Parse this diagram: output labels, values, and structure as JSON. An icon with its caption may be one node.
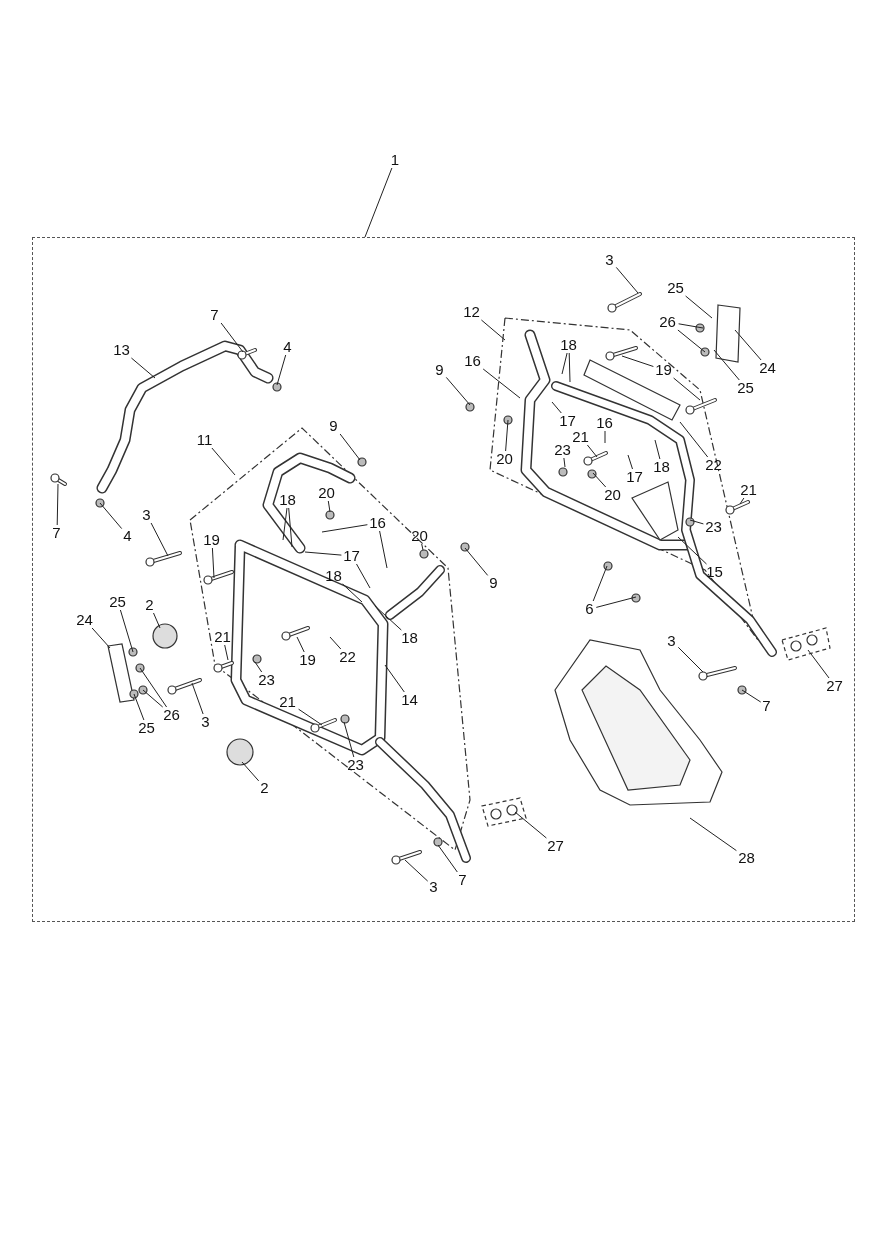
{
  "diagram": {
    "nodes": [
      {
        "text": [],
        "shape": "box"
      },
      {
        "text": [
          "1"
        ]
      },
      {
        "text": [
          "3"
        ],
        "in": 0
      },
      {
        "text": [
          "25"
        ],
        "in": 0
      },
      {
        "text": [
          "12"
        ],
        "in": 0
      },
      {
        "text": [
          "7"
        ],
        "in": 0
      },
      {
        "text": [
          "26"
        ],
        "in": 0
      },
      {
        "text": [
          "4"
        ],
        "in": 0
      },
      {
        "text": [
          "18"
        ],
        "in": 0
      },
      {
        "text": [
          "13"
        ],
        "in": 0
      },
      {
        "text": [
          "16"
        ],
        "in": 0
      },
      {
        "text": [
          "24"
        ],
        "in": 0
      },
      {
        "text": [
          "9"
        ],
        "in": 0
      },
      {
        "text": [
          "19"
        ],
        "in": 0
      },
      {
        "text": [
          "25"
        ],
        "in": 0
      },
      {
        "text": [
          "9"
        ],
        "in": 0
      },
      {
        "text": [
          "17"
        ],
        "in": 0
      },
      {
        "text": [
          "16"
        ],
        "in": 0
      },
      {
        "text": [
          "21"
        ],
        "in": 0
      },
      {
        "text": [
          "11"
        ],
        "in": 0
      },
      {
        "text": [
          "23"
        ],
        "in": 0
      },
      {
        "text": [
          "20"
        ],
        "in": 0
      },
      {
        "text": [
          "22"
        ],
        "in": 0
      },
      {
        "text": [
          "18"
        ],
        "in": 0
      },
      {
        "text": [
          "17"
        ],
        "in": 0
      },
      {
        "text": [
          "21"
        ],
        "in": 0
      },
      {
        "text": [
          "20"
        ],
        "in": 0
      },
      {
        "text": [
          "20"
        ],
        "in": 0
      },
      {
        "text": [
          "18"
        ],
        "in": 0
      },
      {
        "text": [
          "3"
        ],
        "in": 0
      },
      {
        "text": [
          "16"
        ],
        "in": 0
      },
      {
        "text": [
          "23"
        ],
        "in": 0
      },
      {
        "text": [
          "7"
        ],
        "in": 0
      },
      {
        "text": [
          "4"
        ],
        "in": 0
      },
      {
        "text": [
          "19"
        ],
        "in": 0
      },
      {
        "text": [
          "20"
        ],
        "in": 0
      },
      {
        "text": [
          "17"
        ],
        "in": 0
      },
      {
        "text": [
          "15"
        ],
        "in": 0
      },
      {
        "text": [
          "9"
        ],
        "in": 0
      },
      {
        "text": [
          "18"
        ],
        "in": 0
      },
      {
        "text": [
          "6"
        ],
        "in": 0
      },
      {
        "text": [
          "25"
        ],
        "in": 0
      },
      {
        "text": [
          "2"
        ],
        "in": 0
      },
      {
        "text": [
          "24"
        ],
        "in": 0
      },
      {
        "text": [
          "18"
        ],
        "in": 0
      },
      {
        "text": [
          "21"
        ],
        "in": 0
      },
      {
        "text": [
          "3"
        ],
        "in": 0
      },
      {
        "text": [
          "19"
        ],
        "in": 0
      },
      {
        "text": [
          "22"
        ],
        "in": 0
      },
      {
        "text": [
          "23"
        ],
        "in": 0
      },
      {
        "text": [
          "27"
        ],
        "in": 0
      },
      {
        "text": [
          "14"
        ],
        "in": 0
      },
      {
        "text": [
          "21"
        ],
        "in": 0
      },
      {
        "text": [
          "7"
        ],
        "in": 0
      },
      {
        "text": [
          "26"
        ],
        "in": 0
      },
      {
        "text": [
          "3"
        ],
        "in": 0
      },
      {
        "text": [
          "25"
        ],
        "in": 0
      },
      {
        "text": [
          "23"
        ],
        "in": 0
      },
      {
        "text": [
          "2"
        ],
        "in": 0
      },
      {
        "text": [
          "27"
        ],
        "in": 0
      },
      {
        "text": [
          "28"
        ],
        "in": 0
      },
      {
        "text": [
          "7"
        ],
        "in": 0
      },
      {
        "text": [
          "3"
        ],
        "in": 0
      }
    ],
    "edges": [
      {
        "from": 1,
        "to": 0,
        "arrow": "none"
      },
      {
        "from": 2,
        "to": null,
        "arrow": "none"
      },
      {
        "from": 3,
        "to": null,
        "arrow": "none"
      },
      {
        "from": 4,
        "to": null,
        "arrow": "none"
      },
      {
        "from": 5,
        "to": null,
        "arrow": "none"
      },
      {
        "from": 6,
        "to": null,
        "arrow": "none"
      },
      {
        "from": 6,
        "to": null,
        "arrow": "none"
      },
      {
        "from": 7,
        "to": null,
        "arrow": "none"
      },
      {
        "from": 8,
        "to": null,
        "arrow": "none"
      },
      {
        "from": 8,
        "to": null,
        "arrow": "none"
      },
      {
        "from": 9,
        "to": null,
        "arrow": "none"
      },
      {
        "from": 10,
        "to": null,
        "arrow": "none"
      },
      {
        "from": 11,
        "to": null,
        "arrow": "none"
      },
      {
        "from": 12,
        "to": null,
        "arrow": "none"
      },
      {
        "from": 13,
        "to": null,
        "arrow": "none"
      },
      {
        "from": 13,
        "to": null,
        "arrow": "none"
      },
      {
        "from": 14,
        "to": null,
        "arrow": "none"
      },
      {
        "from": 15,
        "to": null,
        "arrow": "none"
      },
      {
        "from": 16,
        "to": null,
        "arrow": "none"
      },
      {
        "from": 17,
        "to": null,
        "arrow": "none"
      },
      {
        "from": 18,
        "to": null,
        "arrow": "none"
      },
      {
        "from": 19,
        "to": null,
        "arrow": "none"
      },
      {
        "from": 20,
        "to": null,
        "arrow": "none"
      },
      {
        "from": 21,
        "to": null,
        "arrow": "none"
      },
      {
        "from": 22,
        "to": null,
        "arrow": "none"
      },
      {
        "from": 23,
        "to": null,
        "arrow": "none"
      },
      {
        "from": 24,
        "to": null,
        "arrow": "none"
      },
      {
        "from": 25,
        "to": null,
        "arrow": "none"
      },
      {
        "from": 26,
        "to": null,
        "arrow": "none"
      },
      {
        "from": 27,
        "to": null,
        "arrow": "none"
      },
      {
        "from": 28,
        "to": null,
        "arrow": "none"
      },
      {
        "from": 28,
        "to": null,
        "arrow": "none"
      },
      {
        "from": 29,
        "to": null,
        "arrow": "none"
      },
      {
        "from": 30,
        "to": null,
        "arrow": "none"
      },
      {
        "from": 30,
        "to": null,
        "arrow": "none"
      },
      {
        "from": 31,
        "to": null,
        "arrow": "none"
      },
      {
        "from": 32,
        "to": null,
        "arrow": "none"
      },
      {
        "from": 33,
        "to": null,
        "arrow": "none"
      },
      {
        "from": 34,
        "to": null,
        "arrow": "none"
      },
      {
        "from": 35,
        "to": null,
        "arrow": "none"
      },
      {
        "from": 36,
        "to": null,
        "arrow": "none"
      },
      {
        "from": 36,
        "to": null,
        "arrow": "none"
      },
      {
        "from": 37,
        "to": null,
        "arrow": "none"
      },
      {
        "from": 38,
        "to": null,
        "arrow": "none"
      },
      {
        "from": 39,
        "to": null,
        "arrow": "none"
      },
      {
        "from": 40,
        "to": null,
        "arrow": "none"
      },
      {
        "from": 40,
        "to": null,
        "arrow": "none"
      },
      {
        "from": 41,
        "to": null,
        "arrow": "none"
      },
      {
        "from": 42,
        "to": null,
        "arrow": "none"
      },
      {
        "from": 43,
        "to": null,
        "arrow": "none"
      },
      {
        "from": 44,
        "to": null,
        "arrow": "none"
      },
      {
        "from": 45,
        "to": null,
        "arrow": "none"
      },
      {
        "from": 46,
        "to": null,
        "arrow": "none"
      },
      {
        "from": 47,
        "to": null,
        "arrow": "none"
      },
      {
        "from": 48,
        "to": null,
        "arrow": "none"
      },
      {
        "from": 49,
        "to": null,
        "arrow": "none"
      },
      {
        "from": 50,
        "to": null,
        "arrow": "none"
      },
      {
        "from": 51,
        "to": null,
        "arrow": "none"
      },
      {
        "from": 52,
        "to": null,
        "arrow": "none"
      },
      {
        "from": 53,
        "to": null,
        "arrow": "none"
      },
      {
        "from": 54,
        "to": null,
        "arrow": "none"
      },
      {
        "from": 54,
        "to": null,
        "arrow": "none"
      },
      {
        "from": 55,
        "to": null,
        "arrow": "none"
      },
      {
        "from": 56,
        "to": null,
        "arrow": "none"
      },
      {
        "from": 57,
        "to": null,
        "arrow": "none"
      },
      {
        "from": 58,
        "to": null,
        "arrow": "none"
      },
      {
        "from": 59,
        "to": null,
        "arrow": "none"
      },
      {
        "from": 60,
        "to": null,
        "arrow": "none"
      },
      {
        "from": 61,
        "to": null,
        "arrow": "none"
      },
      {
        "from": 62,
        "to": null,
        "arrow": "none"
      }
    ]
  }
}
